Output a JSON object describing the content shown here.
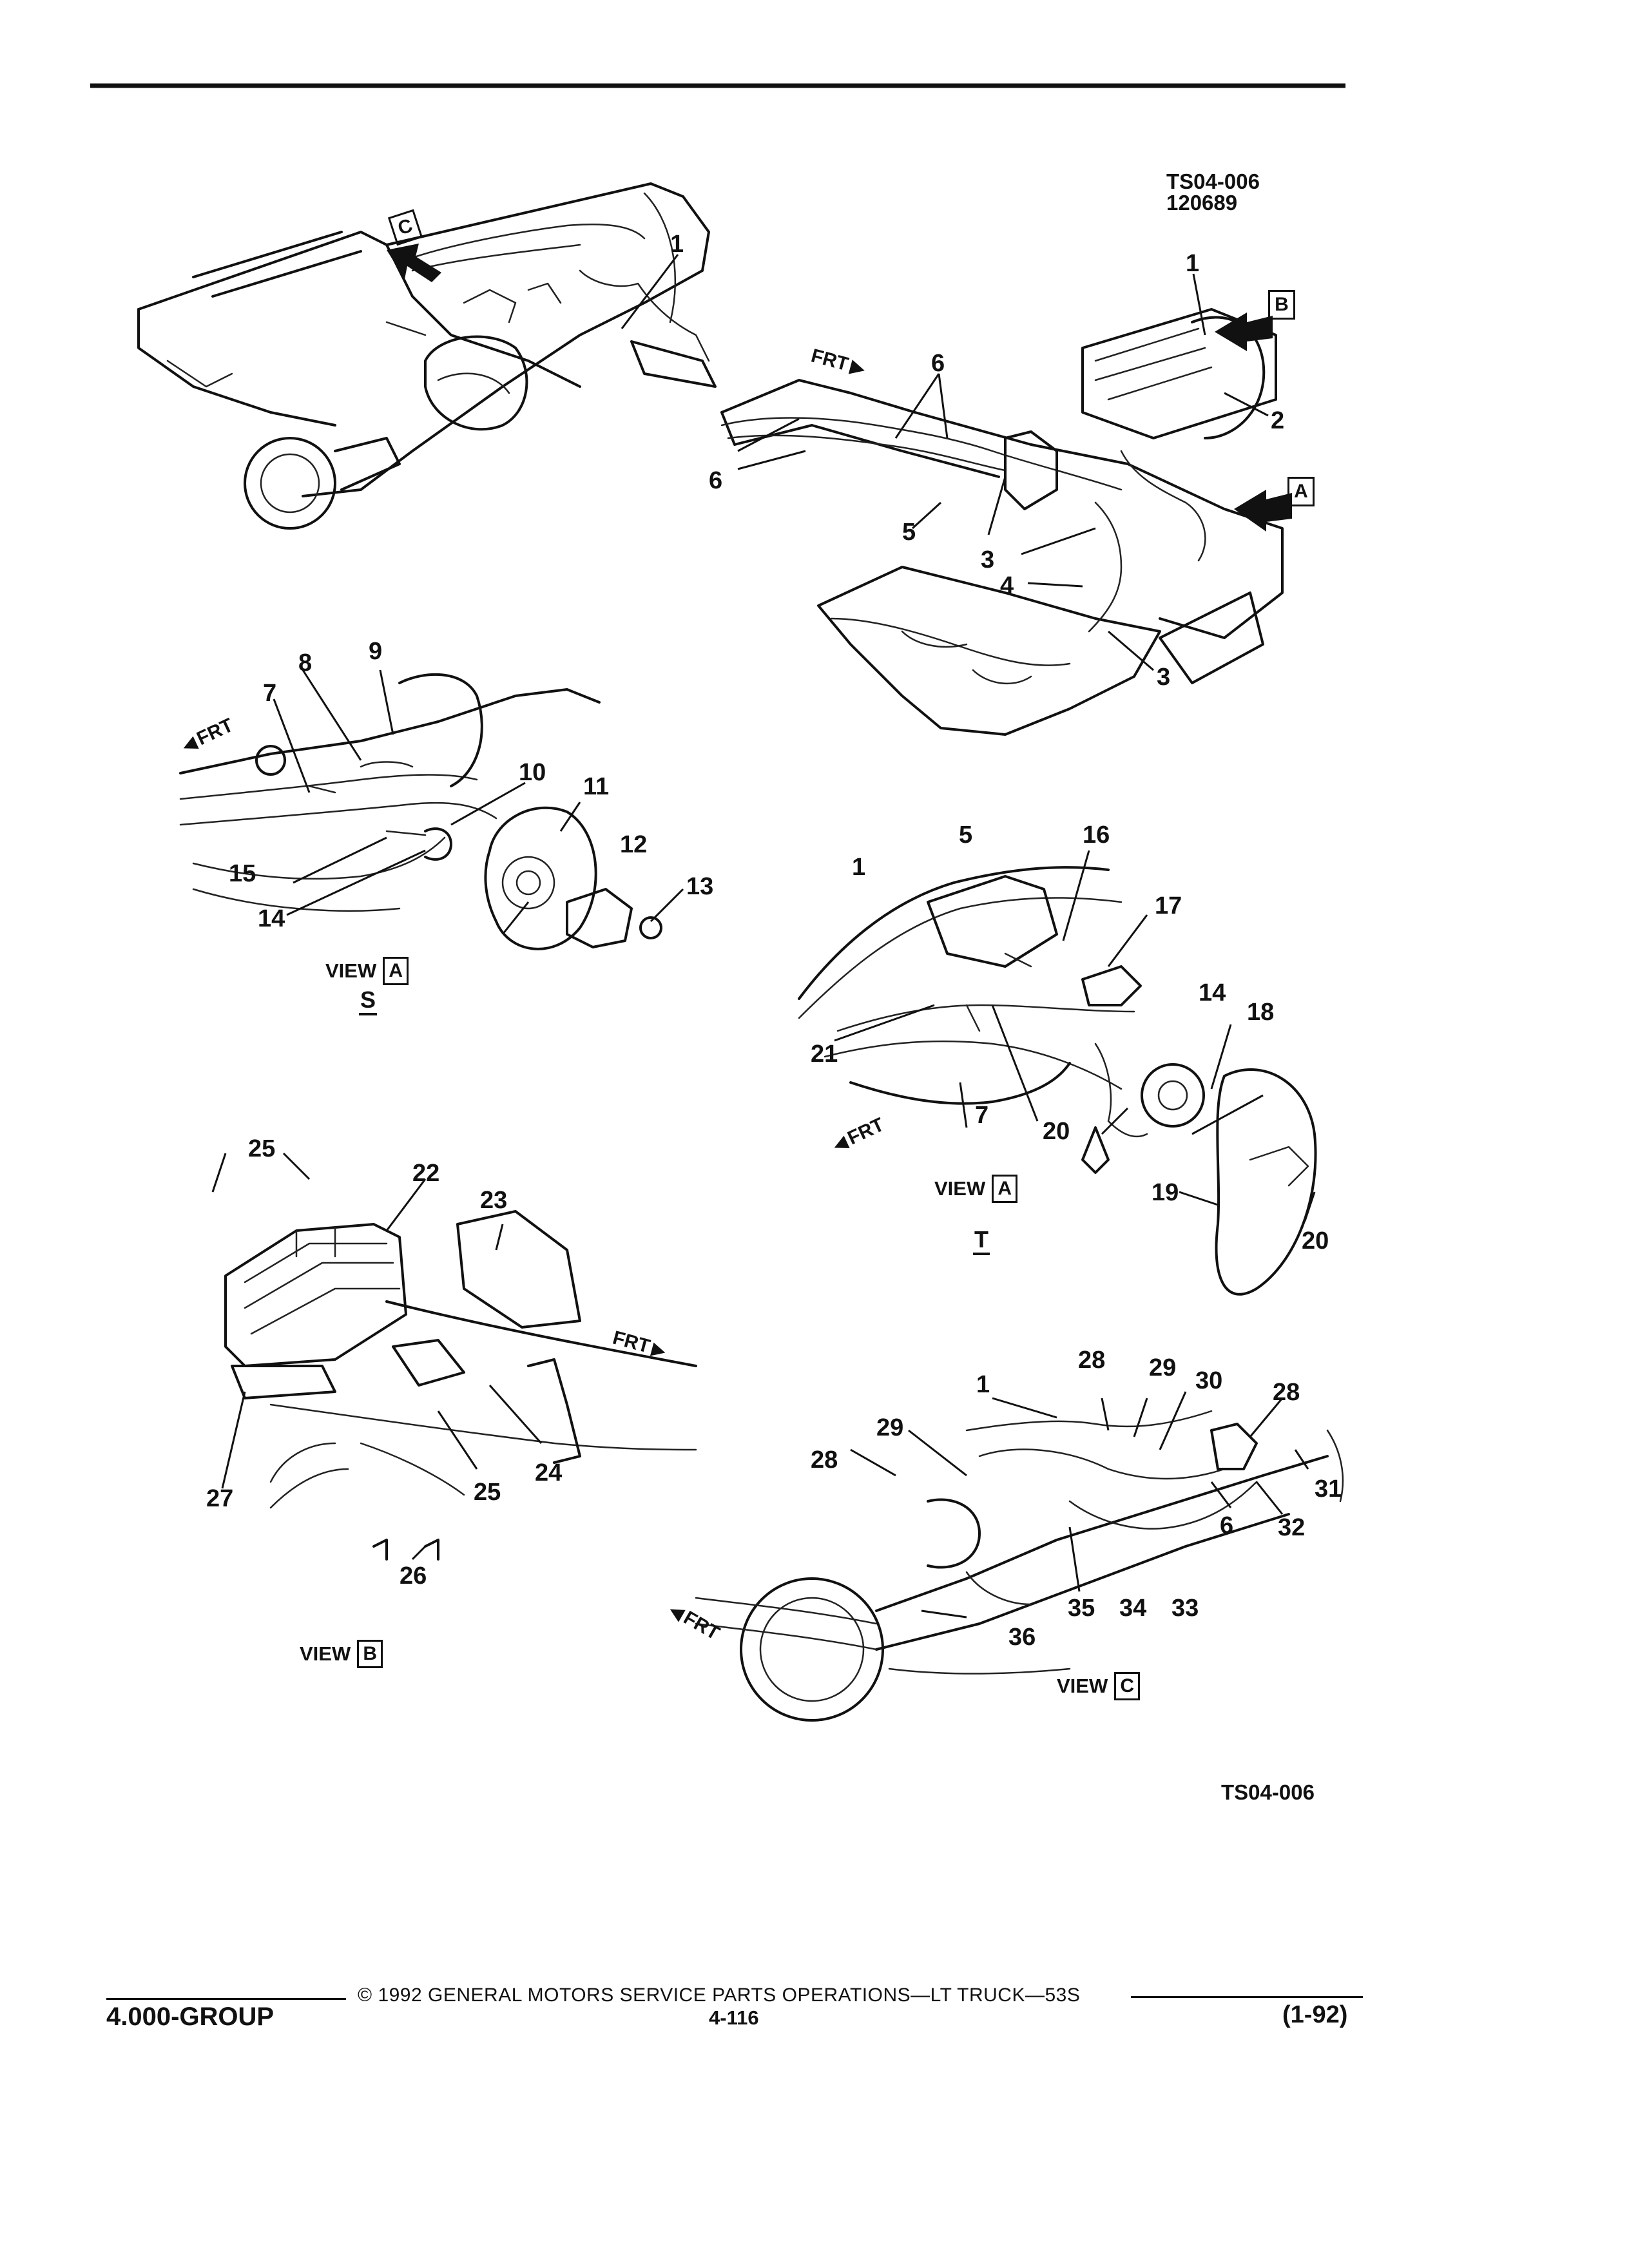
{
  "header": {
    "figure_code": "TS04-006",
    "figure_date": "120689"
  },
  "callouts": {
    "c1a": "1",
    "c1b": "1",
    "c2": "2",
    "c3a": "3",
    "c3b": "3",
    "c4": "4",
    "c5a": "5",
    "c6a": "6",
    "c6b": "6",
    "c7a": "7",
    "c8": "8",
    "c9": "9",
    "c10": "10",
    "c11": "11",
    "c12": "12",
    "c13": "13",
    "c14a": "14",
    "c15": "15",
    "c1c": "1",
    "c5b": "5",
    "c16": "16",
    "c17": "17",
    "c14b": "14",
    "c18": "18",
    "c21": "21",
    "c7b": "7",
    "c20a": "20",
    "c19": "19",
    "c20b": "20",
    "c25a": "25",
    "c22": "22",
    "c23": "23",
    "c24": "24",
    "c25b": "25",
    "c27": "27",
    "c26": "26",
    "c28a": "28",
    "c29a": "29",
    "c30": "30",
    "c28b": "28",
    "c1d": "1",
    "c29b": "29",
    "c28c": "28",
    "c31": "31",
    "c6c": "6",
    "c32": "32",
    "c35": "35",
    "c34": "34",
    "c33": "33",
    "c36": "36"
  },
  "view_markers": {
    "arrow_a": "A",
    "arrow_b": "B",
    "arrow_c": "C"
  },
  "frt_labels": {
    "main": "FRT",
    "view_s": "FRT",
    "view_t": "FRT",
    "view_b": "FRT",
    "view_c": "FRT"
  },
  "views": {
    "s": {
      "label": "VIEW",
      "box": "A",
      "letter": "S"
    },
    "t": {
      "label": "VIEW",
      "box": "A",
      "letter": "T"
    },
    "b": {
      "label": "VIEW",
      "box": "B"
    },
    "c": {
      "label": "VIEW",
      "box": "C"
    }
  },
  "footer_code": "TS04-006",
  "footer": {
    "copyright": "© 1992 GENERAL MOTORS SERVICE PARTS OPERATIONS—LT TRUCK—53S",
    "group": "4.000-GROUP",
    "page": "4-116",
    "date": "(1-92)"
  }
}
